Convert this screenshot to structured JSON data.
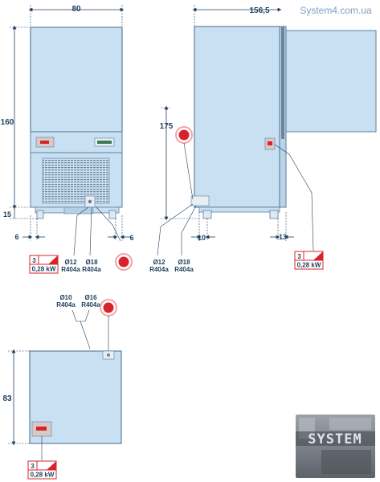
{
  "watermark": "System4.com.ua",
  "dimensions": {
    "front_width": "80",
    "front_height": "160",
    "front_base": "15",
    "front_left_offset": "6",
    "front_right_offset": "6",
    "side_width": "156,5",
    "side_height": "175",
    "side_offset_left": "10",
    "side_offset_right": "13",
    "top_height": "83"
  },
  "connections": {
    "front": [
      {
        "size": "Ø12",
        "refrigerant": "R404a"
      },
      {
        "size": "Ø18",
        "refrigerant": "R404a"
      }
    ],
    "side": [
      {
        "size": "Ø12",
        "refrigerant": "R404a"
      },
      {
        "size": "Ø18",
        "refrigerant": "R404a"
      }
    ],
    "top": [
      {
        "size": "Ø10",
        "refrigerant": "R404a"
      },
      {
        "size": "Ø16",
        "refrigerant": "R404a"
      }
    ]
  },
  "power_badges": [
    {
      "phase": "3",
      "power": "0,28 kW"
    },
    {
      "phase": "3",
      "power": "0,28 kW"
    },
    {
      "phase": "3",
      "power": "0,28 kW"
    }
  ],
  "logo": {
    "text": "SYSTEM"
  },
  "colors": {
    "cabinet_fill": "#c9e0f2",
    "cabinet_stroke": "#5c7f9e",
    "dimension_text": "#1f3f5c",
    "electric_red": "#d9232a",
    "watermark": "#7d9fc2"
  }
}
